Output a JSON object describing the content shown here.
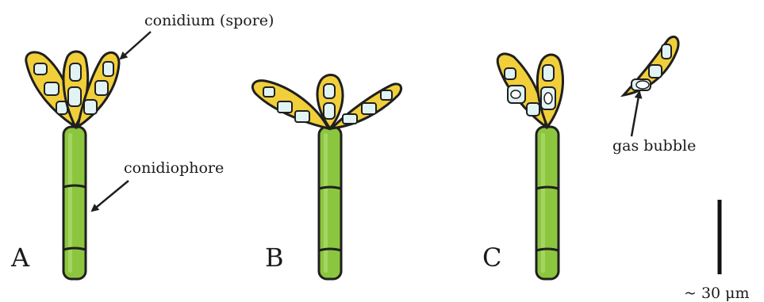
{
  "annotations": {
    "conidium": "conidium (spore)",
    "conidiophore": "conidiophore",
    "gas_bubble": "gas bubble"
  },
  "panels": [
    "A",
    "B",
    "C"
  ],
  "scale_bar": {
    "label": "~ 30 μm"
  },
  "colors": {
    "stalk": "#8cc63f",
    "stalk_dark": "#5e9a2a",
    "spore_wall": "#f0cf3a",
    "spore_cell": "#e2f3f3",
    "bubble": "#ffffff",
    "outline": "#1f1f1f"
  }
}
